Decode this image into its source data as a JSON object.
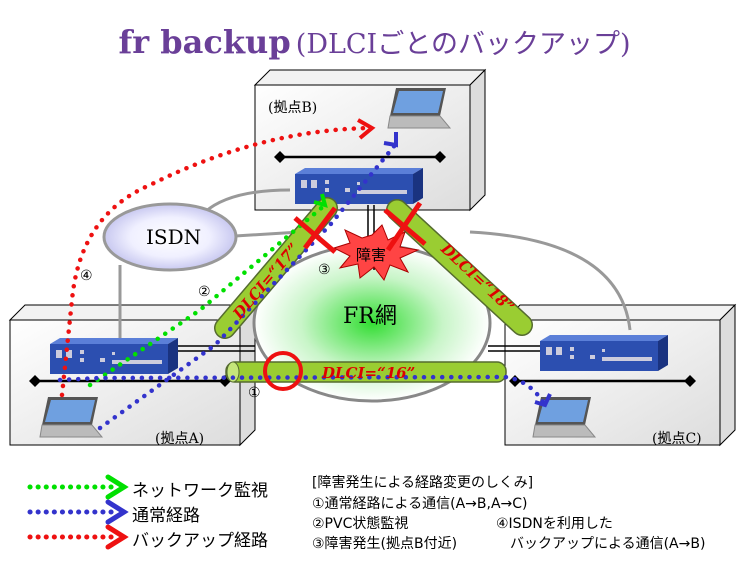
{
  "title": {
    "main": "fr backup",
    "sub": "(DLCIごとのバックアップ)"
  },
  "sites": {
    "a": "(拠点A)",
    "b": "(拠点B)",
    "c": "(拠点C)"
  },
  "isdn": "ISDN",
  "fr": "FR網",
  "fault": "障害",
  "dlci": {
    "d16": "DLCI=“16”",
    "d17": "DLCI=“17”",
    "d18": "DLCI=“18”"
  },
  "markers": {
    "m1": "①",
    "m2": "②",
    "m3": "③",
    "m4": "④"
  },
  "legend": [
    {
      "label": "ネットワーク監視",
      "color": "#00e000"
    },
    {
      "label": "通常経路",
      "color": "#3333cc"
    },
    {
      "label": "バックアップ経路",
      "color": "#ee1111"
    }
  ],
  "explain": {
    "heading": "[障害発生による経路変更のしくみ]",
    "s1": "①通常経路による通信(A→B,A→C)",
    "s2": "②PVC状態監視",
    "s3": "③障害発生(拠点B付近)",
    "s4a": "④ISDNを利用した",
    "s4b": "バックアップによる通信(A→B)"
  },
  "colors": {
    "title": "#6a3f98",
    "tube": "#9acd32",
    "dlci_text": "#dd0000"
  }
}
